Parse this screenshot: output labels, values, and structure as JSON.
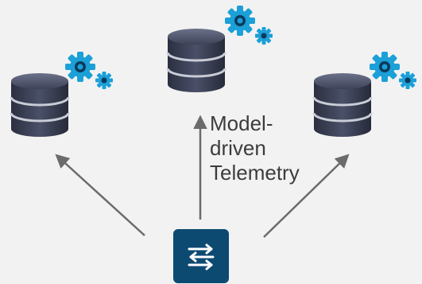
{
  "diagram": {
    "label_lines": [
      "Model-",
      "driven",
      "Telemetry"
    ],
    "nodes": [
      {
        "name": "collector-left",
        "icon": "database-icon"
      },
      {
        "name": "collector-center",
        "icon": "database-icon"
      },
      {
        "name": "collector-right",
        "icon": "database-icon"
      },
      {
        "name": "router",
        "icon": "switch-icon"
      }
    ],
    "colors": {
      "background": "#f2f2f2",
      "database_body": "#3a3f55",
      "database_band": "#c9ccd6",
      "gear": "#1ba0d7",
      "switch_tile": "#0d4a72",
      "arrow": "#6b6b6b",
      "text": "#3c3c3c"
    }
  }
}
